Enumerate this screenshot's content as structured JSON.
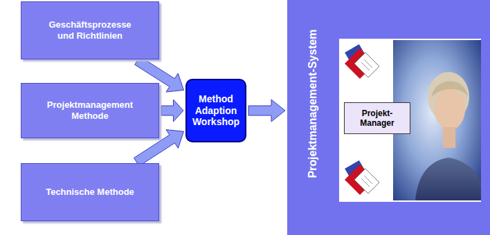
{
  "diagram": {
    "nodes": [
      {
        "text": [
          "Geschäftsprozesse und Richtlinien"
        ]
      },
      {
        "text": [
          "Projektmanagement Methode"
        ]
      },
      {
        "text": [
          "Technische Methode"
        ]
      },
      {
        "text": [
          "Method Adaption Workshop"
        ]
      },
      {
        "text": [
          "Projektmanagement-System"
        ]
      },
      {
        "text": [
          "Projekt-Manager"
        ],
        "in": 4
      }
    ],
    "edges": [
      {
        "from": 0,
        "to": 3,
        "arrow": "to"
      },
      {
        "from": 1,
        "to": 3,
        "arrow": "to"
      },
      {
        "from": 2,
        "to": 3,
        "arrow": "to"
      },
      {
        "from": 3,
        "to": 4,
        "arrow": "to"
      }
    ]
  }
}
